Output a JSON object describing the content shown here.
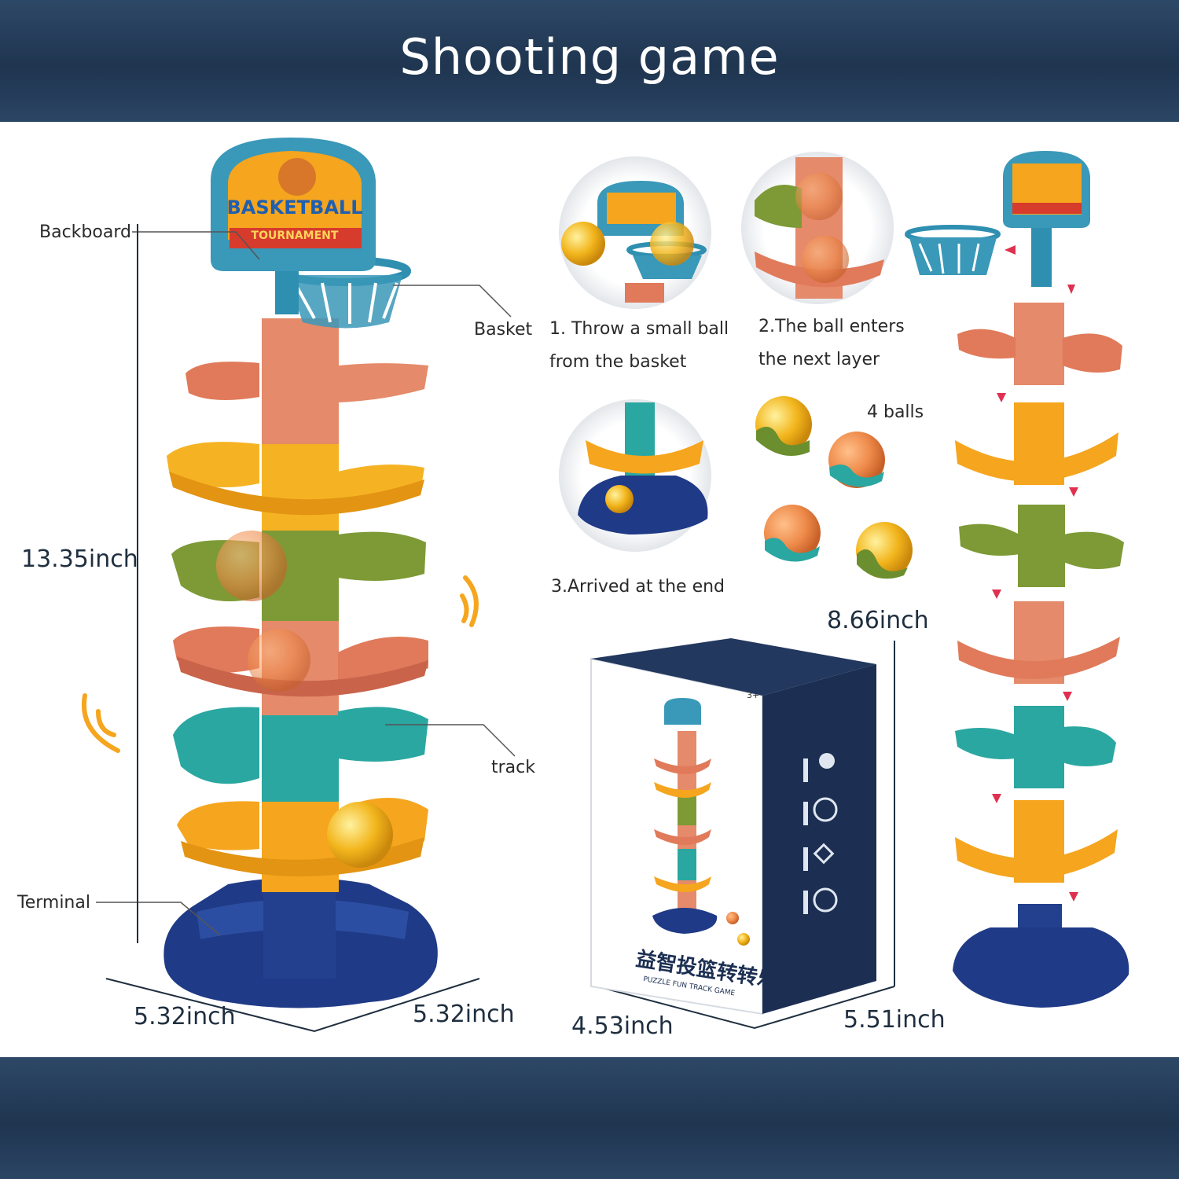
{
  "header": {
    "title": "Shooting game"
  },
  "callouts": {
    "backboard": "Backboard",
    "basket": "Basket",
    "track": "track",
    "terminal": "Terminal"
  },
  "backboard_sign": {
    "line1": "BASKETBALL",
    "line2": "TOURNAMENT"
  },
  "dimensions": {
    "tower_height": "13.35inch",
    "tower_width_left": "5.32inch",
    "tower_width_right": "5.32inch",
    "box_height": "8.66inch",
    "box_width": "4.53inch",
    "box_depth": "5.51inch"
  },
  "steps": [
    {
      "line1": "1. Throw a small ball",
      "line2": "from the basket"
    },
    {
      "line1": "2.The ball enters",
      "line2": "the next layer"
    },
    {
      "line1": "3.Arrived at the end"
    }
  ],
  "balls_label": "4 balls",
  "box": {
    "age": "3+",
    "chinese_title": "益智投篮转转乐",
    "subtitle": "PUZZLE FUN TRACK GAME"
  },
  "colors": {
    "band": "#1f3550",
    "salmon": "#e07a5a",
    "orange": "#f5a51e",
    "green": "#7d9a36",
    "teal": "#2aa7a0",
    "navy": "#1e3a8a",
    "basket_blue": "#2f8fb0",
    "arrow_red": "#e03050"
  }
}
